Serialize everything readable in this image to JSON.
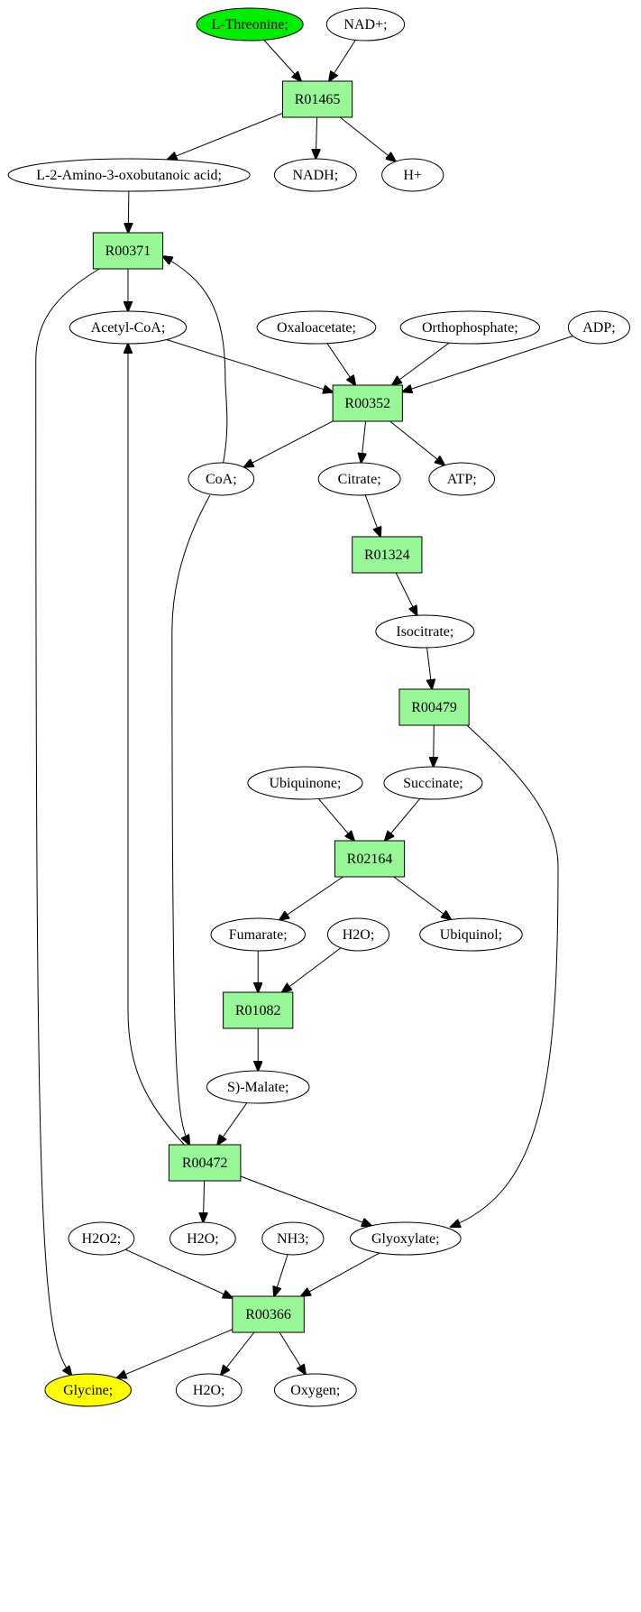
{
  "colors": {
    "reaction_fill": "#98f898",
    "start_fill": "#00ee00",
    "end_fill": "#ffff00",
    "metabolite_fill": "#ffffff"
  },
  "nodes": {
    "thr": {
      "label": "L-Threonine;",
      "kind": "start"
    },
    "nad": {
      "label": "NAD+;",
      "kind": "metabolite"
    },
    "r01465": {
      "label": "R01465",
      "kind": "reaction"
    },
    "l2a": {
      "label": "L-2-Amino-3-oxobutanoic acid;",
      "kind": "metabolite"
    },
    "nadh": {
      "label": "NADH;",
      "kind": "metabolite"
    },
    "hplus": {
      "label": "H+",
      "kind": "metabolite"
    },
    "r00371": {
      "label": "R00371",
      "kind": "reaction"
    },
    "acoa": {
      "label": "Acetyl-CoA;",
      "kind": "metabolite"
    },
    "oxa": {
      "label": "Oxaloacetate;",
      "kind": "metabolite"
    },
    "ortho": {
      "label": "Orthophosphate;",
      "kind": "metabolite"
    },
    "adp": {
      "label": "ADP;",
      "kind": "metabolite"
    },
    "r00352": {
      "label": "R00352",
      "kind": "reaction"
    },
    "coa": {
      "label": "CoA;",
      "kind": "metabolite"
    },
    "cit": {
      "label": "Citrate;",
      "kind": "metabolite"
    },
    "atp": {
      "label": "ATP;",
      "kind": "metabolite"
    },
    "r01324": {
      "label": "R01324",
      "kind": "reaction"
    },
    "icit": {
      "label": "Isocitrate;",
      "kind": "metabolite"
    },
    "r00479": {
      "label": "R00479",
      "kind": "reaction"
    },
    "ubq": {
      "label": "Ubiquinone;",
      "kind": "metabolite"
    },
    "succ": {
      "label": "Succinate;",
      "kind": "metabolite"
    },
    "r02164": {
      "label": "R02164",
      "kind": "reaction"
    },
    "fum": {
      "label": "Fumarate;",
      "kind": "metabolite"
    },
    "h2o_a": {
      "label": "H2O;",
      "kind": "metabolite"
    },
    "ubql": {
      "label": "Ubiquinol;",
      "kind": "metabolite"
    },
    "r01082": {
      "label": "R01082",
      "kind": "reaction"
    },
    "mal": {
      "label": "S)-Malate;",
      "kind": "metabolite"
    },
    "r00472": {
      "label": "R00472",
      "kind": "reaction"
    },
    "h2o2": {
      "label": "H2O2;",
      "kind": "metabolite"
    },
    "h2o_b": {
      "label": "H2O;",
      "kind": "metabolite"
    },
    "nh3": {
      "label": "NH3;",
      "kind": "metabolite"
    },
    "glyox": {
      "label": "Glyoxylate;",
      "kind": "metabolite"
    },
    "r00366": {
      "label": "R00366",
      "kind": "reaction"
    },
    "gly": {
      "label": "Glycine;",
      "kind": "end"
    },
    "h2o_c": {
      "label": "H2O;",
      "kind": "metabolite"
    },
    "oxy": {
      "label": "Oxygen;",
      "kind": "metabolite"
    }
  },
  "edges": [
    [
      "thr",
      "r01465"
    ],
    [
      "nad",
      "r01465"
    ],
    [
      "r01465",
      "l2a"
    ],
    [
      "r01465",
      "nadh"
    ],
    [
      "r01465",
      "hplus"
    ],
    [
      "l2a",
      "r00371"
    ],
    [
      "coa",
      "r00371"
    ],
    [
      "r00371",
      "acoa"
    ],
    [
      "r00371",
      "gly"
    ],
    [
      "acoa",
      "r00352"
    ],
    [
      "oxa",
      "r00352"
    ],
    [
      "ortho",
      "r00352"
    ],
    [
      "adp",
      "r00352"
    ],
    [
      "r00352",
      "coa"
    ],
    [
      "r00352",
      "cit"
    ],
    [
      "r00352",
      "atp"
    ],
    [
      "cit",
      "r01324"
    ],
    [
      "r01324",
      "icit"
    ],
    [
      "icit",
      "r00479"
    ],
    [
      "r00479",
      "succ"
    ],
    [
      "r00479",
      "glyox"
    ],
    [
      "ubq",
      "r02164"
    ],
    [
      "succ",
      "r02164"
    ],
    [
      "r02164",
      "fum"
    ],
    [
      "r02164",
      "ubql"
    ],
    [
      "fum",
      "r01082"
    ],
    [
      "h2o_a",
      "r01082"
    ],
    [
      "r01082",
      "mal"
    ],
    [
      "mal",
      "r00472"
    ],
    [
      "coa",
      "r00472"
    ],
    [
      "r00472",
      "acoa"
    ],
    [
      "r00472",
      "h2o_b"
    ],
    [
      "r00472",
      "glyox"
    ],
    [
      "h2o2",
      "r00366"
    ],
    [
      "nh3",
      "r00366"
    ],
    [
      "glyox",
      "r00366"
    ],
    [
      "r00366",
      "gly"
    ],
    [
      "r00366",
      "h2o_c"
    ],
    [
      "r00366",
      "oxy"
    ]
  ]
}
